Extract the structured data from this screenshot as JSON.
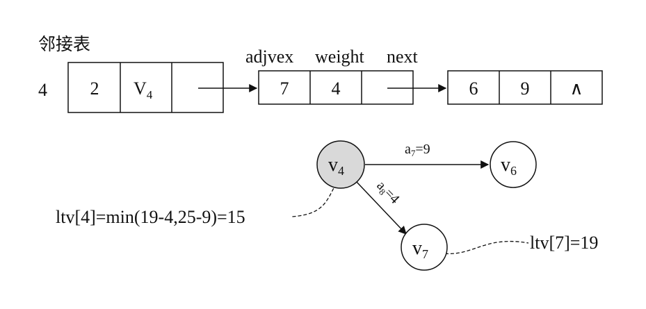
{
  "title": "邻接表",
  "vertex_index": "4",
  "head_node": {
    "in": "2",
    "vertex_base": "V",
    "vertex_sub": "4"
  },
  "field_labels": {
    "adjvex": "adjvex",
    "weight": "weight",
    "next": "next"
  },
  "edge_nodes": [
    {
      "adjvex": "7",
      "weight": "4",
      "next": ""
    },
    {
      "adjvex": "6",
      "weight": "9",
      "next": "∧"
    }
  ],
  "graph": {
    "nodes": [
      {
        "id": "v4",
        "base": "v",
        "sub": "4",
        "highlight": true
      },
      {
        "id": "v6",
        "base": "v",
        "sub": "6",
        "highlight": false
      },
      {
        "id": "v7",
        "base": "v",
        "sub": "7",
        "highlight": false
      }
    ],
    "edges": [
      {
        "from": "v4",
        "to": "v6",
        "base": "a",
        "sub": "7",
        "rest": "=9"
      },
      {
        "from": "v4",
        "to": "v7",
        "base": "a",
        "sub": "8",
        "rest": "=4"
      }
    ],
    "annotations": {
      "ltv4": "ltv[4]=min(19-4,25-9)=15",
      "ltv7": "ltv[7]=19"
    }
  },
  "colors": {
    "highlight_fill": "#d9d9d9",
    "stroke": "#111111"
  }
}
